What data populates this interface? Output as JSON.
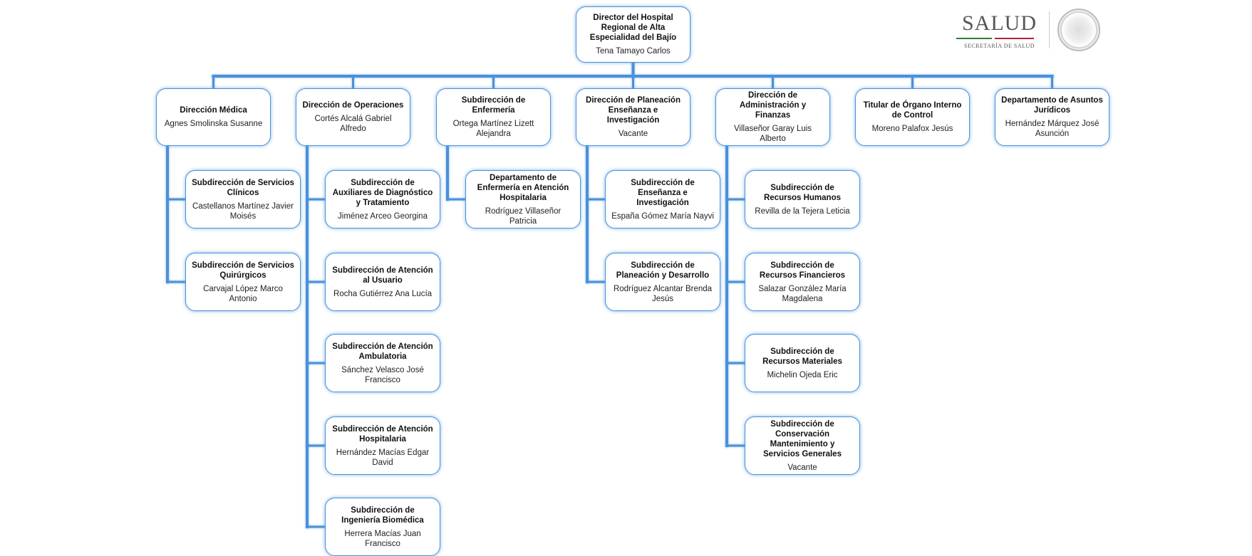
{
  "logo": {
    "brand": "SALUD",
    "subtitle": "SECRETARÍA DE SALUD",
    "seal": "mexican-coat-of-arms-seal",
    "colors": {
      "green": "#2e7d32",
      "red": "#b0223b"
    }
  },
  "line_color": "#4a90d9",
  "director": {
    "title": "Director del Hospital Regional de Alta Especialidad del Bajío",
    "name": "Tena Tamayo Carlos"
  },
  "units": [
    {
      "title": "Dirección Médica",
      "name": "Agnes Smolinska Susanne",
      "children": [
        {
          "title": "Subdirección de Servicios Clínicos",
          "name": "Castellanos Martínez Javier Moisés"
        },
        {
          "title": "Subdirección de Servicios Quirúrgicos",
          "name": "Carvajal López Marco Antonio"
        }
      ]
    },
    {
      "title": "Dirección de Operaciones",
      "name": "Cortés Alcalá Gabriel Alfredo",
      "children": [
        {
          "title": "Subdirección de Auxiliares de Diagnóstico y Tratamiento",
          "name": "Jiménez Arceo Georgina"
        },
        {
          "title": "Subdirección de Atención al Usuario",
          "name": "Rocha Gutiérrez Ana Lucía"
        },
        {
          "title": "Subdirección de Atención Ambulatoria",
          "name": "Sánchez Velasco José Francisco"
        },
        {
          "title": "Subdirección de Atención Hospitalaria",
          "name": "Hernández Macías Edgar David"
        },
        {
          "title": "Subdirección de Ingeniería Biomédica",
          "name": "Herrera Macías Juan Francisco"
        }
      ]
    },
    {
      "title": "Subdirección de Enfermería",
      "name": "Ortega Martínez Lizett Alejandra",
      "children": [
        {
          "title": "Departamento de Enfermería en Atención Hospitalaria",
          "name": "Rodríguez Villaseñor Patricia"
        }
      ]
    },
    {
      "title": "Dirección de Planeación Enseñanza e Investigación",
      "name": "Vacante",
      "children": [
        {
          "title": "Subdirección de Enseñanza e Investigación",
          "name": "España Gómez María Nayvi"
        },
        {
          "title": "Subdirección de Planeación y Desarrollo",
          "name": "Rodríguez Alcantar Brenda Jesús"
        }
      ]
    },
    {
      "title": "Dirección de Administración y Finanzas",
      "name": "Villaseñor Garay Luis Alberto",
      "children": [
        {
          "title": "Subdirección de Recursos Humanos",
          "name": "Revilla de la Tejera Leticia"
        },
        {
          "title": "Subdirección de Recursos Financieros",
          "name": "Salazar González María Magdalena"
        },
        {
          "title": "Subdirección de Recursos Materiales",
          "name": "Michelin Ojeda Eric"
        },
        {
          "title": "Subdirección de Conservación Mantenimiento y Servicios Generales",
          "name": "Vacante"
        }
      ]
    },
    {
      "title": "Titular de Órgano Interno de Control",
      "name": "Moreno Palafox Jesús",
      "children": []
    },
    {
      "title": "Departamento de Asuntos Jurídicos",
      "name": "Hernández Márquez José Asunción",
      "children": []
    }
  ]
}
